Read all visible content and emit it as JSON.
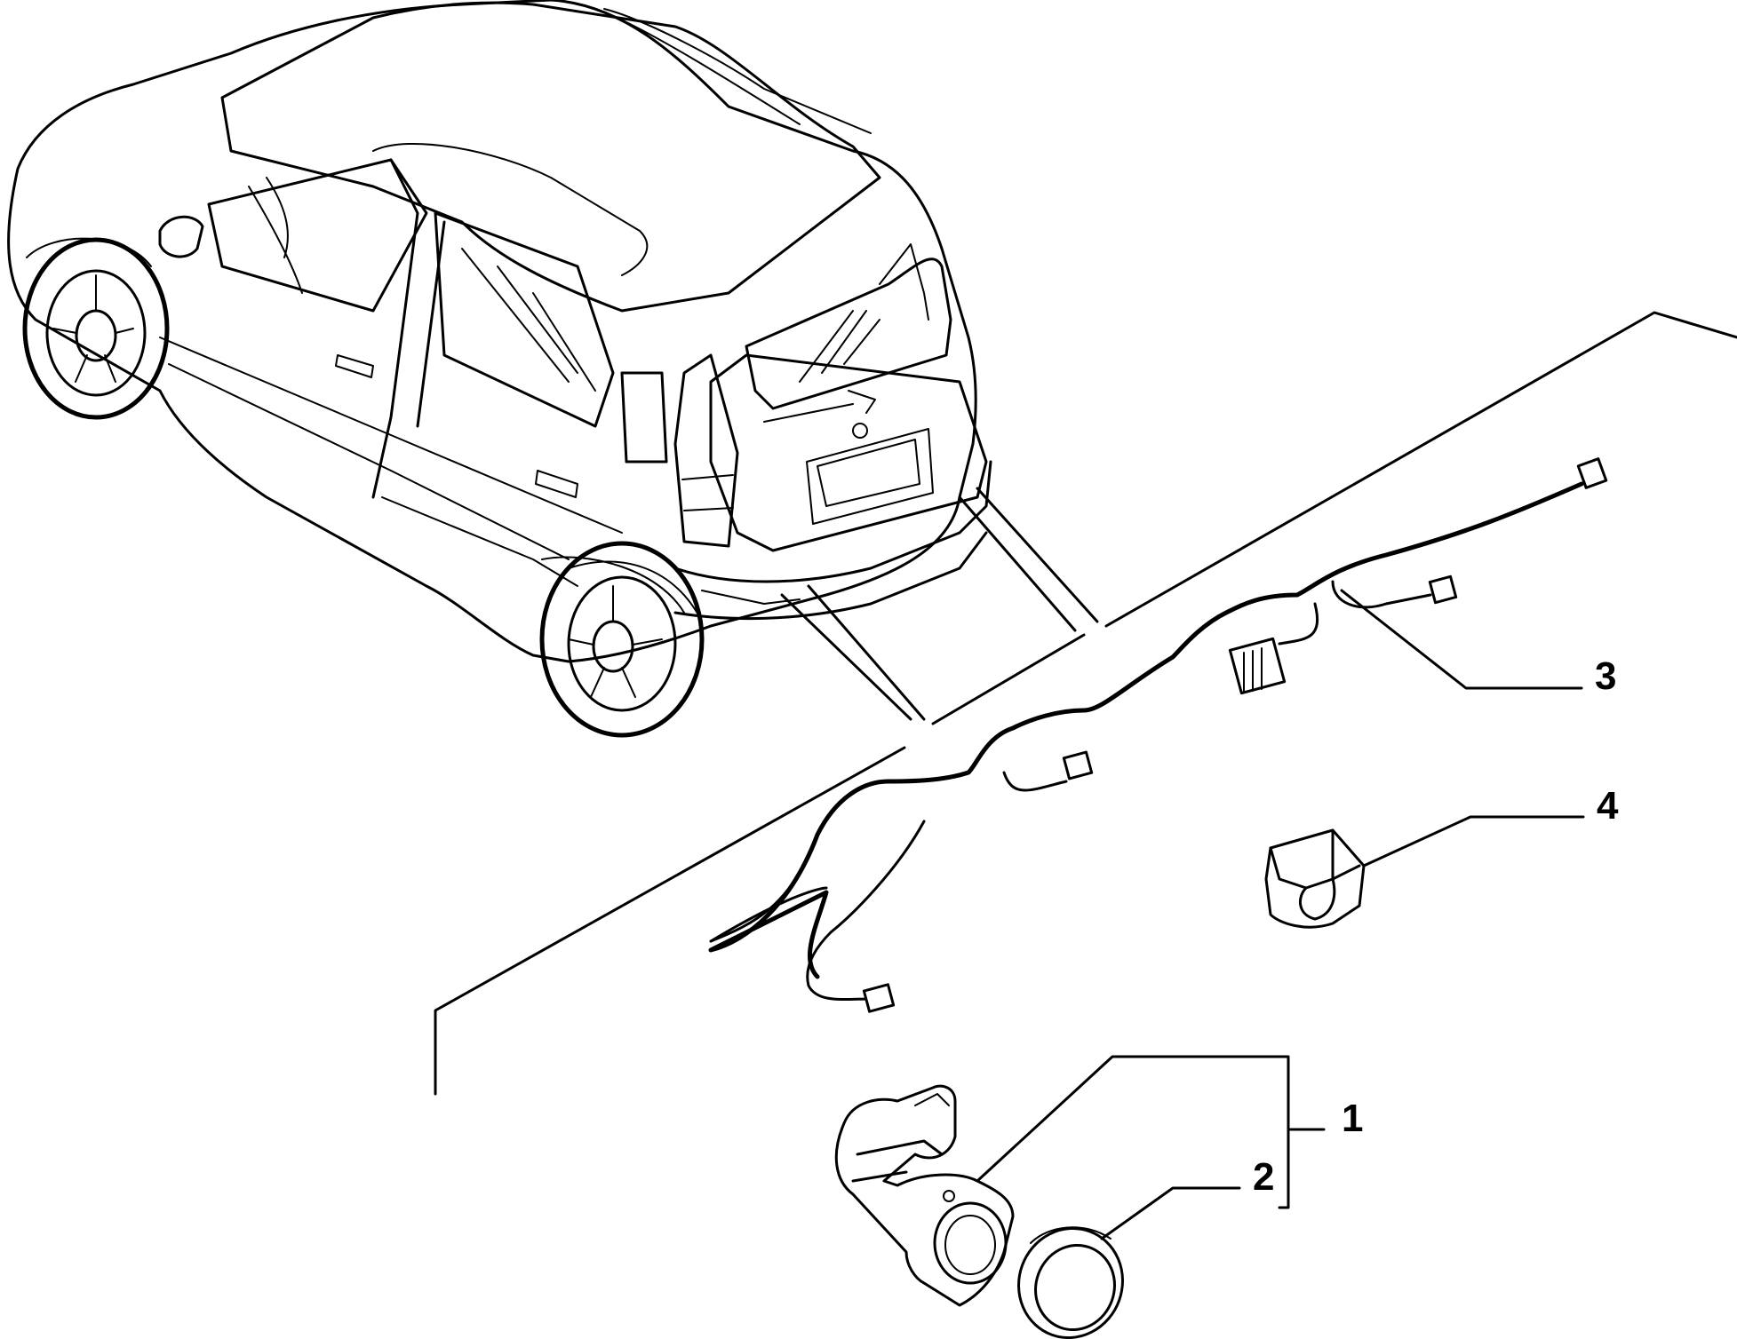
{
  "callouts": [
    {
      "number": "1",
      "part": "parking-sensor"
    },
    {
      "number": "2",
      "part": "sensor-ring"
    },
    {
      "number": "3",
      "part": "wiring-harness"
    },
    {
      "number": "4",
      "part": "sensor-bracket"
    }
  ],
  "colors": {
    "line": "#000000",
    "background": "#ffffff"
  }
}
